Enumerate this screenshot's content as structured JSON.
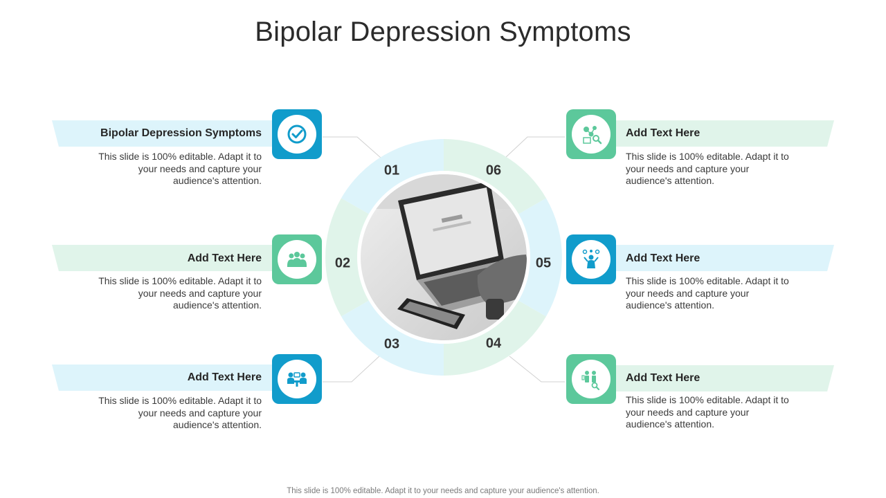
{
  "title": "Bipolar Depression Symptoms",
  "footer": "This slide is 100% editable. Adapt it to your needs and capture your audience's attention.",
  "colors": {
    "blue": "#119ccb",
    "green": "#5cc89b",
    "light_blue": "#ddf4fb",
    "light_green": "#e0f4ea"
  },
  "items": [
    {
      "num": "01",
      "heading": "Bipolar Depression Symptoms",
      "body": "This slide is 100% editable. Adapt it to your needs and capture your audience's attention.",
      "icon": "check-circle-icon"
    },
    {
      "num": "02",
      "heading": "Add Text Here",
      "body": "This slide is 100% editable. Adapt it to your needs and capture your audience's attention.",
      "icon": "team-icon"
    },
    {
      "num": "03",
      "heading": "Add Text Here",
      "body": "This slide is 100% editable. Adapt it to your needs and capture your audience's attention.",
      "icon": "meeting-icon"
    },
    {
      "num": "04",
      "heading": "Add Text Here",
      "body": "This slide is 100% editable. Adapt it to your needs and capture your audience's attention.",
      "icon": "people-search-icon"
    },
    {
      "num": "05",
      "heading": "Add Text Here",
      "body": "This slide is 100% editable. Adapt it to your needs and capture your audience's attention.",
      "icon": "person-ideas-icon"
    },
    {
      "num": "06",
      "heading": "Add Text Here",
      "body": "This slide is 100% editable. Adapt it to your needs and capture your audience's attention.",
      "icon": "network-search-icon"
    }
  ]
}
